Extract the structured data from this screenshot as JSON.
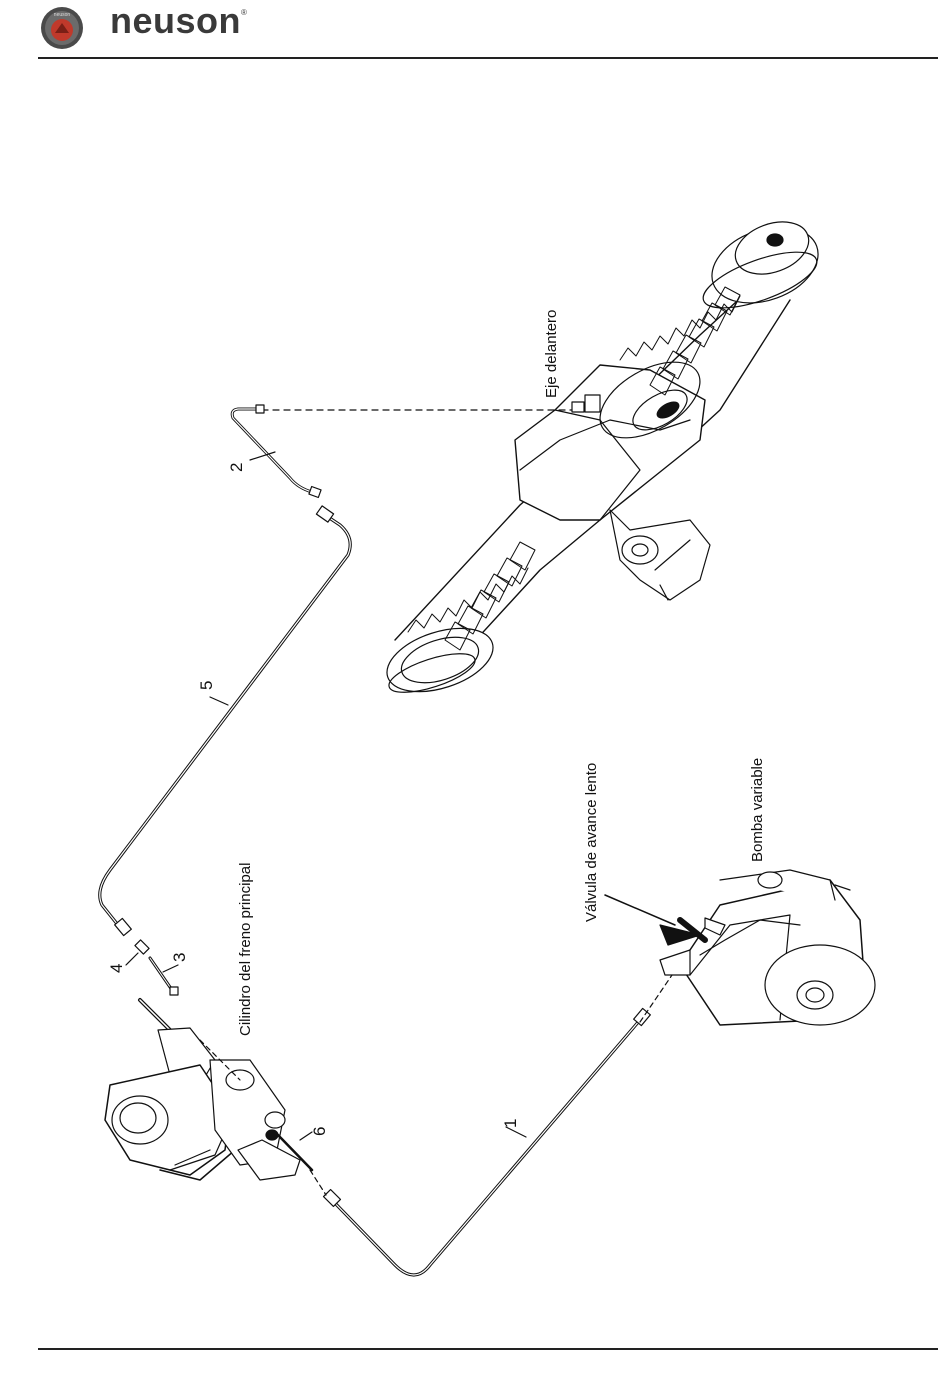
{
  "brand": {
    "name": "neuson",
    "registered_mark": "®",
    "badge_text": "neuson"
  },
  "callouts": {
    "n1": "1",
    "n2": "2",
    "n3": "3",
    "n4": "4",
    "n5": "5",
    "n6": "6"
  },
  "labels": {
    "front_axle": "Eje delantero",
    "creep_valve": "Válvula de avance lento",
    "variable_pump": "Bomba variable",
    "brake_master_cylinder": "Cilindro del freno principal"
  }
}
